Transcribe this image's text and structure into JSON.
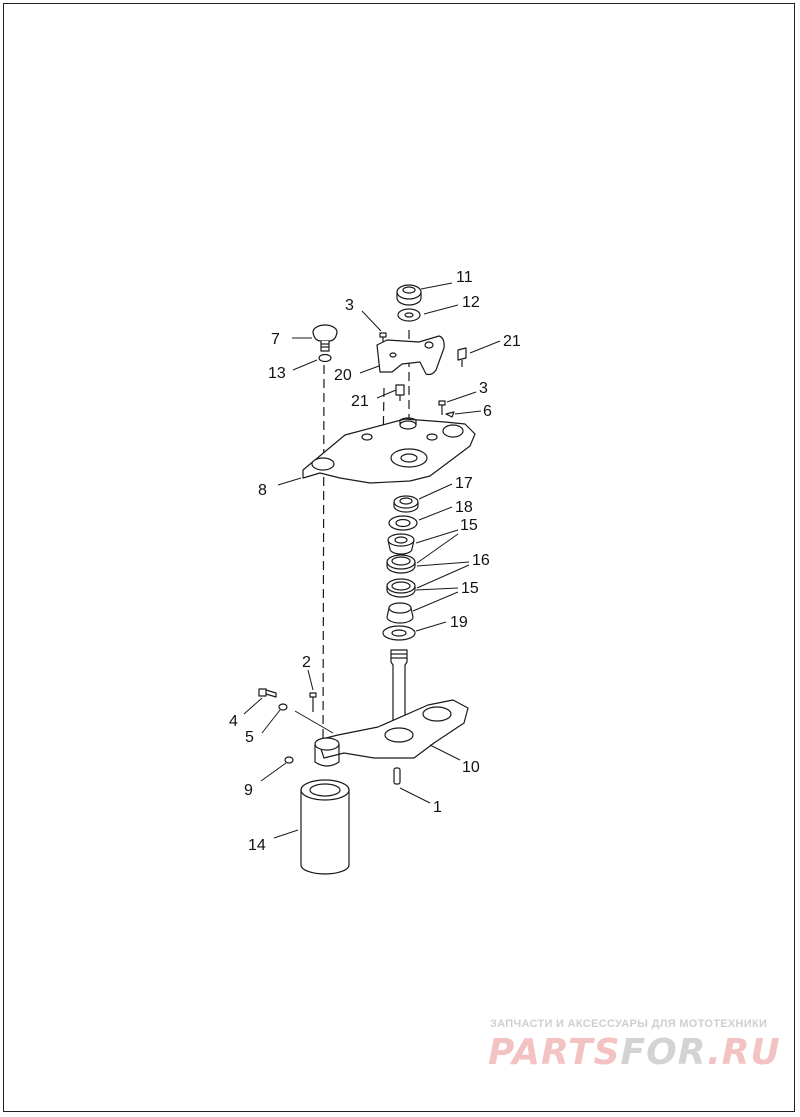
{
  "callouts": [
    {
      "id": "c11",
      "text": "11"
    },
    {
      "id": "c12",
      "text": "12"
    },
    {
      "id": "c3a",
      "text": "3"
    },
    {
      "id": "c7",
      "text": "7"
    },
    {
      "id": "c21a",
      "text": "21"
    },
    {
      "id": "c13",
      "text": "13"
    },
    {
      "id": "c20",
      "text": "20"
    },
    {
      "id": "c21b",
      "text": "21"
    },
    {
      "id": "c3b",
      "text": "3"
    },
    {
      "id": "c6",
      "text": "6"
    },
    {
      "id": "c8",
      "text": "8"
    },
    {
      "id": "c17",
      "text": "17"
    },
    {
      "id": "c18",
      "text": "18"
    },
    {
      "id": "c15a",
      "text": "15"
    },
    {
      "id": "c16",
      "text": "16"
    },
    {
      "id": "c15b",
      "text": "15"
    },
    {
      "id": "c19",
      "text": "19"
    },
    {
      "id": "c2",
      "text": "2"
    },
    {
      "id": "c4",
      "text": "4"
    },
    {
      "id": "c5",
      "text": "5"
    },
    {
      "id": "c10",
      "text": "10"
    },
    {
      "id": "c9",
      "text": "9"
    },
    {
      "id": "c1",
      "text": "1"
    },
    {
      "id": "c14",
      "text": "14"
    }
  ],
  "watermark": {
    "tagline": "ЗАПЧАСТИ И АКСЕССУАРЫ ДЛЯ МОТОТЕХНИКИ",
    "logo_a": "PARTS",
    "logo_b": "FOR",
    "logo_c": ".RU"
  },
  "colors": {
    "line": "#1a1a1a",
    "watermark_red": "#f3c2c2",
    "watermark_gray": "#d3d3d3"
  }
}
